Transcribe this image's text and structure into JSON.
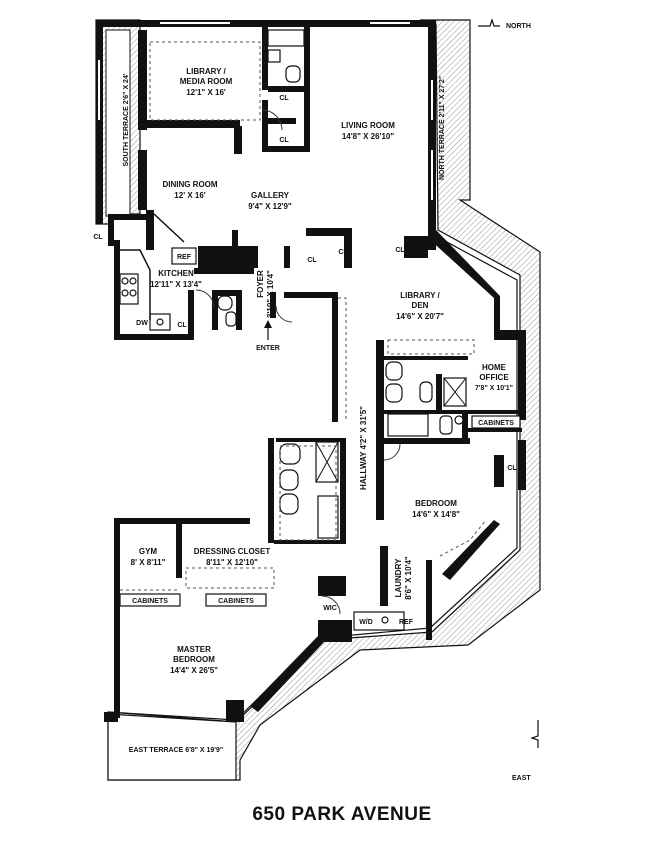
{
  "compass": {
    "north": "NORTH",
    "east": "EAST"
  },
  "rooms": {
    "library_media": {
      "name1": "LIBRARY /",
      "name2": "MEDIA ROOM",
      "dims": "12'1\" X 16'"
    },
    "living": {
      "name": "LIVING ROOM",
      "dims": "14'8\" X 26'10\""
    },
    "dining": {
      "name": "DINING ROOM",
      "dims": "12' X 16'"
    },
    "gallery": {
      "name": "GALLERY",
      "dims": "9'4\" X 12'9\""
    },
    "kitchen": {
      "name": "KITCHEN",
      "dims": "12'11\" X 13'4\""
    },
    "foyer": {
      "name": "FOYER",
      "dims": "3'10\" X 10'4\""
    },
    "library_den": {
      "name1": "LIBRARY /",
      "name2": "DEN",
      "dims": "14'6\" X 20'7\""
    },
    "home_office": {
      "name1": "HOME",
      "name2": "OFFICE",
      "dims": "7'8\" X 10'1\""
    },
    "hallway": {
      "label": "HALLWAY 4'2\" X 31'5\""
    },
    "bedroom": {
      "name": "BEDROOM",
      "dims": "14'6\" X 14'8\""
    },
    "gym": {
      "name": "GYM",
      "dims": "8' X 8'11\""
    },
    "dressing": {
      "name": "DRESSING CLOSET",
      "dims": "8'11\" X 12'10\""
    },
    "laundry": {
      "name": "LAUNDRY",
      "dims": "8'6\" X 10'4\""
    },
    "master": {
      "name1": "MASTER",
      "name2": "BEDROOM",
      "dims": "14'4\" X 26'5\""
    },
    "south_terrace": {
      "label": "SOUTH TERRACE 2'6\" X 24'"
    },
    "north_terrace": {
      "label": "NORTH TERRACE 2'11\" X 27'2\""
    },
    "east_terrace": {
      "label": "EAST TERRACE 6'8\" X 19'9\""
    }
  },
  "fixtures": {
    "cl": "CL",
    "ref": "REF",
    "dw": "DW",
    "wd": "W/D",
    "wic": "WIC",
    "cabinets": "CABINETS",
    "enter": "ENTER"
  },
  "address": "650 PARK AVENUE"
}
